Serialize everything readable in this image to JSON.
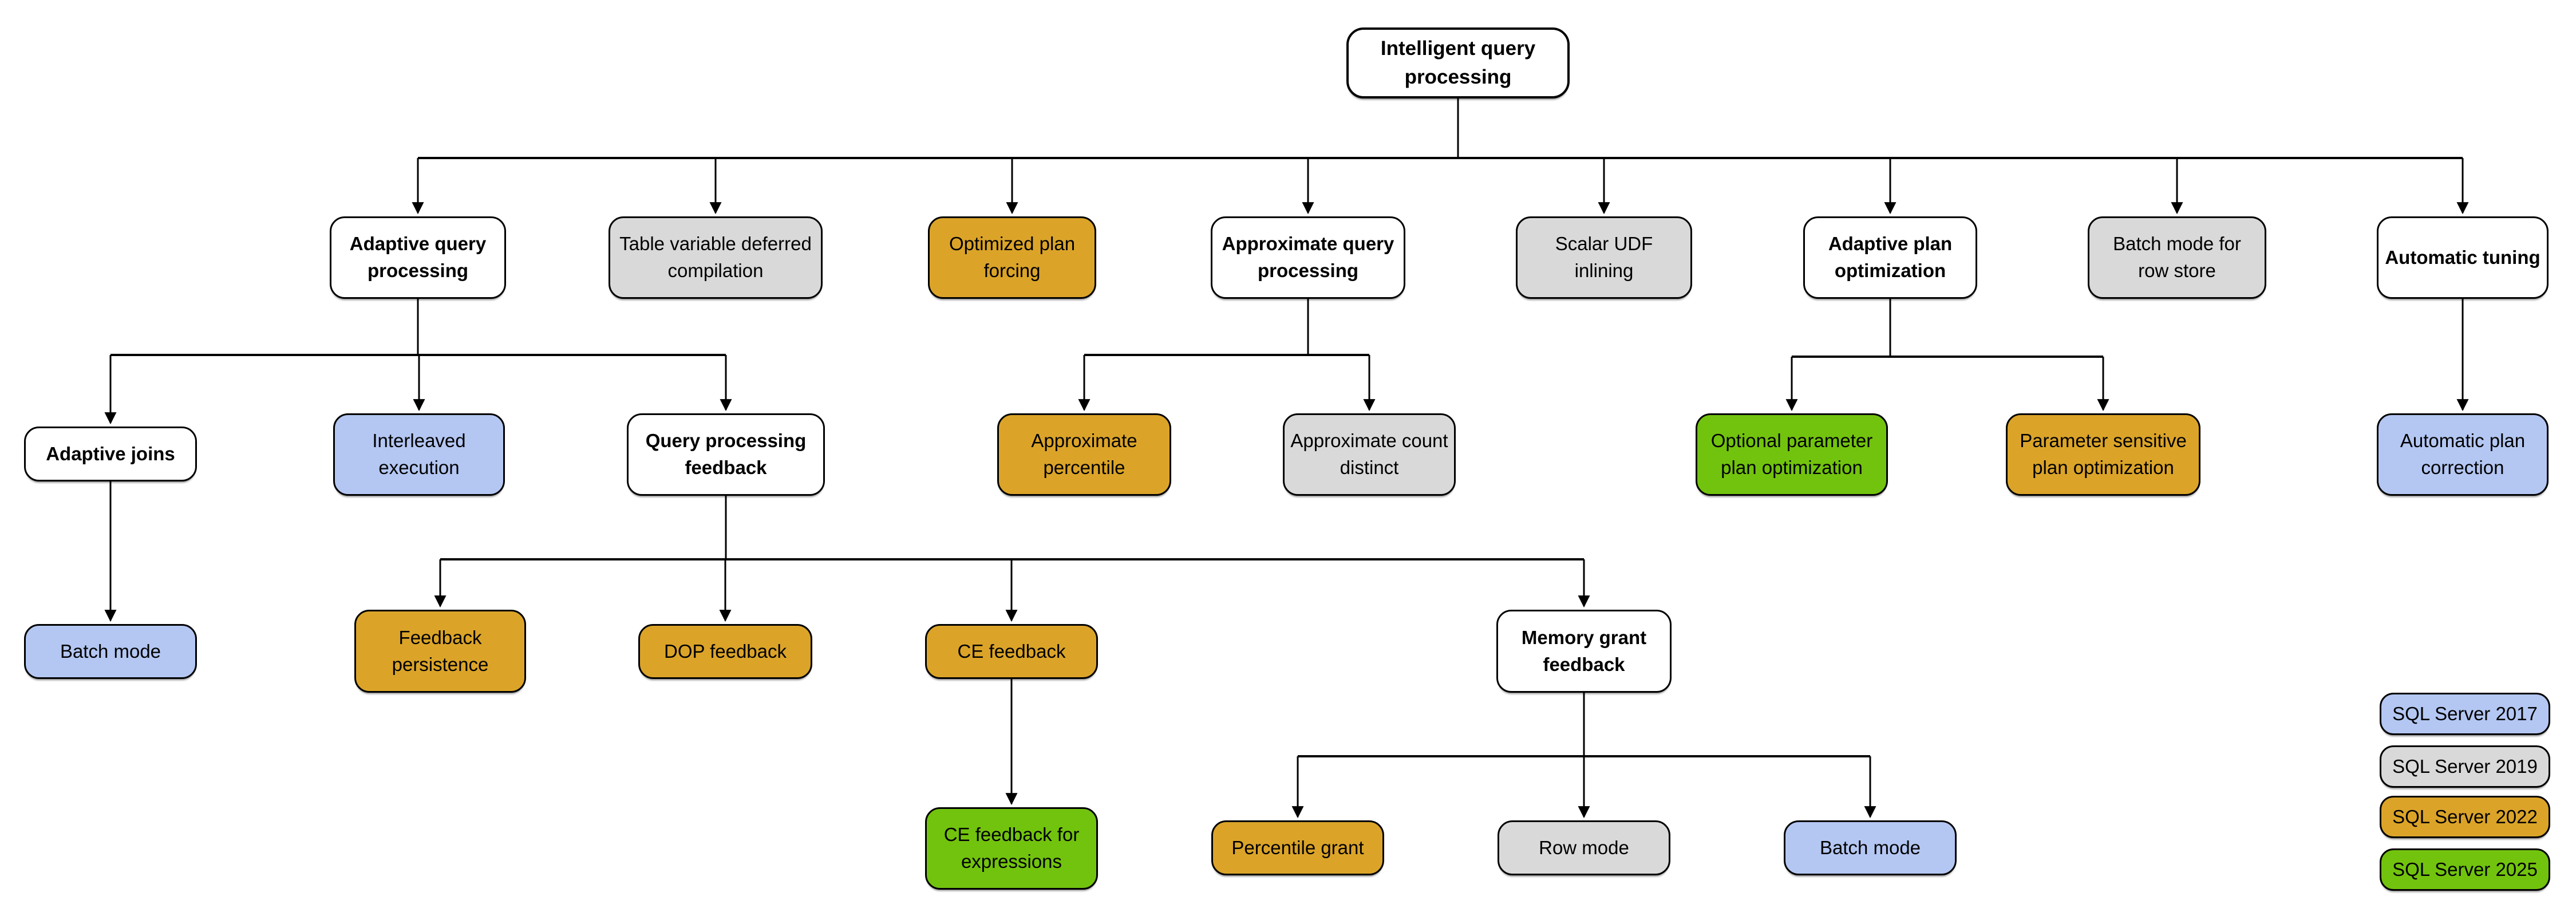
{
  "diagram_title": "Intelligent query processing",
  "palette": {
    "sql2017": "#b4c7f3",
    "sql2019": "#d9d9d9",
    "sql2022": "#dba429",
    "sql2025": "#72c30e",
    "category": "#ffffff",
    "line": "#000000"
  },
  "nodes": {
    "root": {
      "label": "Intelligent query processing",
      "version": "category"
    },
    "adaptive_query_processing": {
      "label": "Adaptive query processing",
      "version": "category"
    },
    "table_variable_deferred_compilation": {
      "label": "Table variable deferred compilation",
      "version": "sql2019"
    },
    "optimized_plan_forcing": {
      "label": "Optimized plan forcing",
      "version": "sql2022"
    },
    "approximate_query_processing": {
      "label": "Approximate query processing",
      "version": "category"
    },
    "scalar_udf_inlining": {
      "label": "Scalar UDF inlining",
      "version": "sql2019"
    },
    "adaptive_plan_optimization": {
      "label": "Adaptive plan optimization",
      "version": "category"
    },
    "batch_mode_for_row_store": {
      "label": "Batch mode for row store",
      "version": "sql2019"
    },
    "automatic_tuning": {
      "label": "Automatic tuning",
      "version": "category"
    },
    "adaptive_joins": {
      "label": "Adaptive joins",
      "version": "category"
    },
    "interleaved_execution": {
      "label": "Interleaved execution",
      "version": "sql2017"
    },
    "query_processing_feedback": {
      "label": "Query processing feedback",
      "version": "category"
    },
    "approximate_percentile": {
      "label": "Approximate percentile",
      "version": "sql2022"
    },
    "approximate_count_distinct": {
      "label": "Approximate count distinct",
      "version": "sql2019"
    },
    "optional_parameter_plan_optimization": {
      "label": "Optional parameter plan optimization",
      "version": "sql2025"
    },
    "parameter_sensitive_plan_optimization": {
      "label": "Parameter sensitive plan optimization",
      "version": "sql2022"
    },
    "automatic_plan_correction": {
      "label": "Automatic plan correction",
      "version": "sql2017"
    },
    "batch_mode_adaptive_joins": {
      "label": "Batch mode",
      "version": "sql2017"
    },
    "feedback_persistence": {
      "label": "Feedback persistence",
      "version": "sql2022"
    },
    "dop_feedback": {
      "label": "DOP feedback",
      "version": "sql2022"
    },
    "ce_feedback": {
      "label": "CE feedback",
      "version": "sql2022"
    },
    "memory_grant_feedback": {
      "label": "Memory grant feedback",
      "version": "category"
    },
    "ce_feedback_for_expressions": {
      "label": "CE feedback for expressions",
      "version": "sql2025"
    },
    "percentile_grant": {
      "label": "Percentile grant",
      "version": "sql2022"
    },
    "row_mode": {
      "label": "Row mode",
      "version": "sql2019"
    },
    "batch_mode_memory_grant": {
      "label": "Batch mode",
      "version": "sql2017"
    }
  },
  "edges": [
    {
      "from": "root",
      "to": "adaptive_query_processing"
    },
    {
      "from": "root",
      "to": "table_variable_deferred_compilation"
    },
    {
      "from": "root",
      "to": "optimized_plan_forcing"
    },
    {
      "from": "root",
      "to": "approximate_query_processing"
    },
    {
      "from": "root",
      "to": "scalar_udf_inlining"
    },
    {
      "from": "root",
      "to": "adaptive_plan_optimization"
    },
    {
      "from": "root",
      "to": "batch_mode_for_row_store"
    },
    {
      "from": "root",
      "to": "automatic_tuning"
    },
    {
      "from": "adaptive_query_processing",
      "to": "adaptive_joins"
    },
    {
      "from": "adaptive_query_processing",
      "to": "interleaved_execution"
    },
    {
      "from": "adaptive_query_processing",
      "to": "query_processing_feedback"
    },
    {
      "from": "approximate_query_processing",
      "to": "approximate_percentile"
    },
    {
      "from": "approximate_query_processing",
      "to": "approximate_count_distinct"
    },
    {
      "from": "adaptive_plan_optimization",
      "to": "optional_parameter_plan_optimization"
    },
    {
      "from": "adaptive_plan_optimization",
      "to": "parameter_sensitive_plan_optimization"
    },
    {
      "from": "automatic_tuning",
      "to": "automatic_plan_correction"
    },
    {
      "from": "adaptive_joins",
      "to": "batch_mode_adaptive_joins"
    },
    {
      "from": "query_processing_feedback",
      "to": "feedback_persistence"
    },
    {
      "from": "query_processing_feedback",
      "to": "dop_feedback"
    },
    {
      "from": "query_processing_feedback",
      "to": "ce_feedback"
    },
    {
      "from": "query_processing_feedback",
      "to": "memory_grant_feedback"
    },
    {
      "from": "ce_feedback",
      "to": "ce_feedback_for_expressions"
    },
    {
      "from": "memory_grant_feedback",
      "to": "percentile_grant"
    },
    {
      "from": "memory_grant_feedback",
      "to": "row_mode"
    },
    {
      "from": "memory_grant_feedback",
      "to": "batch_mode_memory_grant"
    }
  ],
  "legend": {
    "items": [
      {
        "label": "SQL Server 2017",
        "version": "sql2017"
      },
      {
        "label": "SQL Server 2019",
        "version": "sql2019"
      },
      {
        "label": "SQL Server 2022",
        "version": "sql2022"
      },
      {
        "label": "SQL Server 2025",
        "version": "sql2025"
      }
    ]
  }
}
